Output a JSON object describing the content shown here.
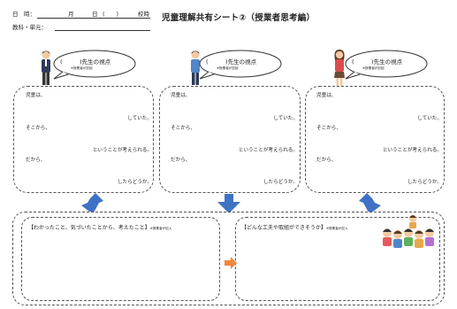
{
  "header": {
    "date_label": "日　時：",
    "month_label": "月",
    "day_label": "日",
    "weekday_label": "(　　)",
    "period_label": "校時",
    "subject_label": "教科・単元：",
    "title": "児童理解共有シート②（授業者思考編）"
  },
  "viewpoints": [
    {
      "bubble_title": "(　　　)先生の視点",
      "bubble_note": "※授業者が記起",
      "lines": [
        "児童は、",
        "していた。",
        "そこから、",
        "ということが考えられる。",
        "だから、",
        "したらどうか。"
      ]
    },
    {
      "bubble_title": "(　　　)先生の視点",
      "bubble_note": "※授業者が記起",
      "lines": [
        "児童は、",
        "していた。",
        "そこから、",
        "ということが考えられる。",
        "だから、",
        "したらどうか。"
      ]
    },
    {
      "bubble_title": "(　　　)先生の視点",
      "bubble_note": "※授業者が記起",
      "lines": [
        "児童は、",
        "していた。",
        "そこから、",
        "ということが考えられる。",
        "だから、",
        "したらどうか。"
      ]
    }
  ],
  "bottom": {
    "left_heading": "【わかったこと、気づいたことから、考えたこと】",
    "left_note": "※授業者が記入",
    "right_heading": "【どんな工夫や取組ができそうか】",
    "right_note": "※授業者が記入"
  },
  "colors": {
    "down_arrow": "#3f72c4",
    "right_arrow": "#f0883a",
    "dash_border": "#555555"
  },
  "icons": [
    "teacher-man-icon",
    "teacher-woman-icon",
    "children-group-icon",
    "arrow-down-icon",
    "arrow-right-icon"
  ]
}
